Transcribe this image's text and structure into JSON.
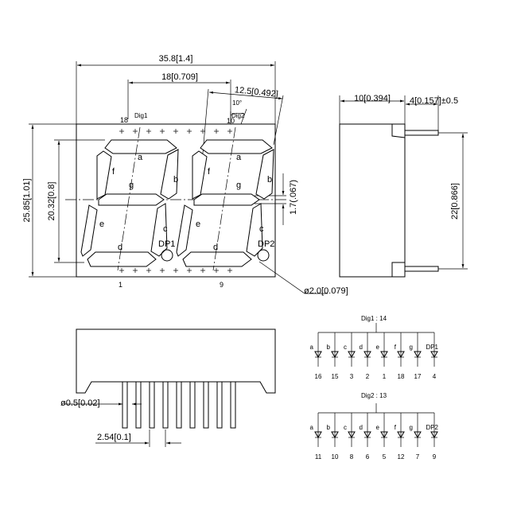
{
  "front_view": {
    "dim_total_width": "35.8[1.4]",
    "dim_digit_pitch": "18[0.709]",
    "dim_digit_width": "12.5[0.492]",
    "dim_slant": "10°",
    "dim_total_height": "25.85[1.01]",
    "dim_digit_height": "20.32[0.8]",
    "dim_seg_width": "1.7(.067)",
    "dim_hole": "ø2.0[0.079]",
    "dig1_label": "Dig1",
    "dig2_label": "Dig2",
    "pin_18": "18",
    "pin_10": "10",
    "pin_1": "1",
    "pin_9": "9",
    "segments": [
      "a",
      "b",
      "c",
      "d",
      "e",
      "f",
      "g"
    ],
    "dp1_label": "DP1",
    "dp2_label": "DP2"
  },
  "side_view": {
    "dim_depth": "10[0.394]",
    "dim_pin_length": "4[0.157]±0.5",
    "dim_height": "22[0.866]"
  },
  "bottom_view": {
    "dim_pin_dia": "ø0.5[0.02]",
    "dim_pin_pitch": "2.54[0.1]"
  },
  "circuit_dig1": {
    "title": "Dig1 : 14",
    "labels": [
      "a",
      "b",
      "c",
      "d",
      "e",
      "f",
      "g",
      "DP1"
    ],
    "pins": [
      "16",
      "15",
      "3",
      "2",
      "1",
      "18",
      "17",
      "4"
    ]
  },
  "circuit_dig2": {
    "title": "Dig2 : 13",
    "labels": [
      "a",
      "b",
      "c",
      "d",
      "e",
      "f",
      "g",
      "DP2"
    ],
    "pins": [
      "11",
      "10",
      "8",
      "6",
      "5",
      "12",
      "7",
      "9"
    ]
  }
}
